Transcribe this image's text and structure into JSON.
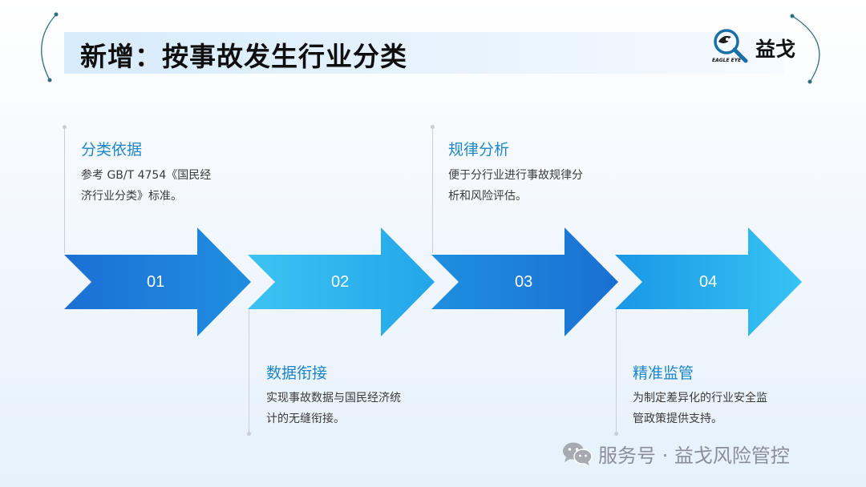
{
  "title": "新增：按事故发生行业分类",
  "logo": {
    "text": "益戈",
    "subtext": "EAGLE EYE",
    "icon": "eagle-eye-magnifier-icon"
  },
  "steps": [
    {
      "number": "01",
      "title": "分类依据",
      "desc_line1": "参考 GB/T 4754《国民经",
      "desc_line2": "济行业分类》标准。"
    },
    {
      "number": "02",
      "title": "数据衔接",
      "desc_line1": "实现事故数据与国民经济统",
      "desc_line2": "计的无缝衔接。"
    },
    {
      "number": "03",
      "title": "规律分析",
      "desc_line1": "便于分行业进行事故规律分",
      "desc_line2": "析和风险评估。"
    },
    {
      "number": "04",
      "title": "精准监管",
      "desc_line1": "为制定差异化的行业安全监",
      "desc_line2": "管政策提供支持。"
    }
  ],
  "footer": {
    "text": "服务号 · 益戈风险管控",
    "icon": "wechat-icon"
  },
  "colors": {
    "accent": "#1c86c9",
    "arrow_dark": "#1f78d6",
    "arrow_light": "#27b3ee",
    "title_bar": "#d7ebfb"
  }
}
